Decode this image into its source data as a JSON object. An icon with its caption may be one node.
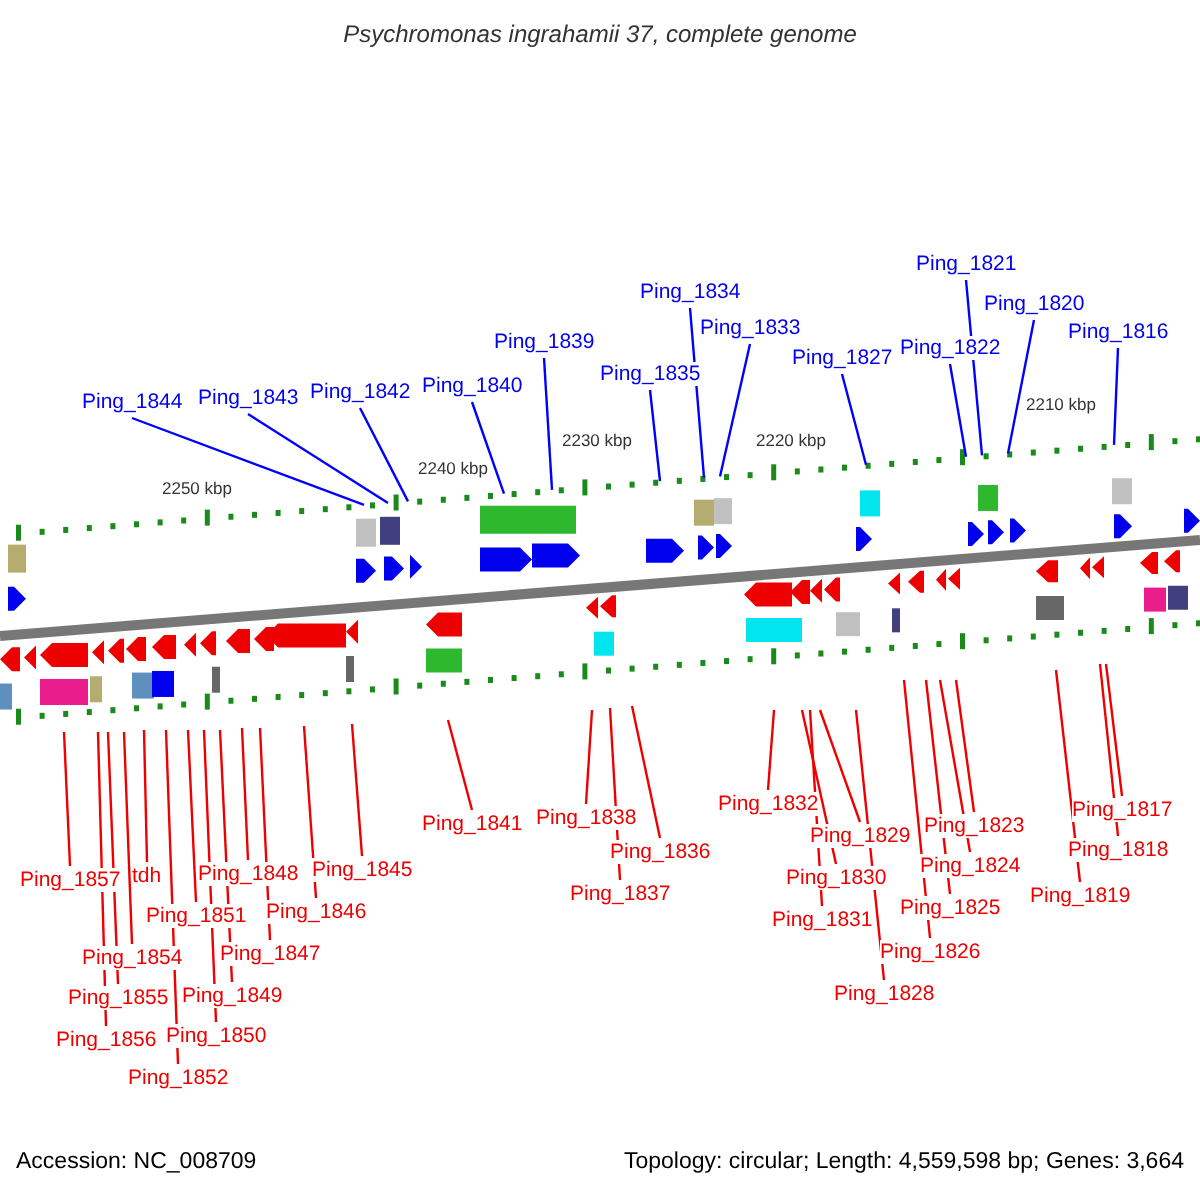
{
  "diagram": {
    "title": "Psychromonas ingrahamii 37, complete genome",
    "nodes": [
      {
        "text": [
          "Ping_1844"
        ]
      },
      {
        "text": [
          "Ping_1843"
        ]
      },
      {
        "text": [
          "Ping_1842"
        ]
      },
      {
        "text": [
          "Ping_1840"
        ]
      },
      {
        "text": [
          "Ping_1839"
        ]
      },
      {
        "text": [
          "Ping_1835"
        ]
      },
      {
        "text": [
          "Ping_1834"
        ]
      },
      {
        "text": [
          "Ping_1833"
        ]
      },
      {
        "text": [
          "Ping_1827"
        ]
      },
      {
        "text": [
          "Ping_1822"
        ]
      },
      {
        "text": [
          "Ping_1821"
        ]
      },
      {
        "text": [
          "Ping_1820"
        ]
      },
      {
        "text": [
          "Ping_1816"
        ]
      },
      {
        "text": [
          "Ping_1857"
        ]
      },
      {
        "text": [
          "tdh"
        ]
      },
      {
        "text": [
          "Ping_1854"
        ]
      },
      {
        "text": [
          "Ping_1855"
        ]
      },
      {
        "text": [
          "Ping_1856"
        ]
      },
      {
        "text": [
          "Ping_1851"
        ]
      },
      {
        "text": [
          "Ping_1852"
        ]
      },
      {
        "text": [
          "Ping_1850"
        ]
      },
      {
        "text": [
          "Ping_1849"
        ]
      },
      {
        "text": [
          "Ping_1848"
        ]
      },
      {
        "text": [
          "Ping_1847"
        ]
      },
      {
        "text": [
          "Ping_1846"
        ]
      },
      {
        "text": [
          "Ping_1845"
        ]
      },
      {
        "text": [
          "Ping_1841"
        ]
      },
      {
        "text": [
          "Ping_1838"
        ]
      },
      {
        "text": [
          "Ping_1836"
        ]
      },
      {
        "text": [
          "Ping_1837"
        ]
      },
      {
        "text": [
          "Ping_1832"
        ]
      },
      {
        "text": [
          "Ping_1829"
        ]
      },
      {
        "text": [
          "Ping_1830"
        ]
      },
      {
        "text": [
          "Ping_1831"
        ]
      },
      {
        "text": [
          "Ping_1828"
        ]
      },
      {
        "text": [
          "Ping_1826"
        ]
      },
      {
        "text": [
          "Ping_1825"
        ]
      },
      {
        "text": [
          "Ping_1824"
        ]
      },
      {
        "text": [
          "Ping_1823"
        ]
      },
      {
        "text": [
          "Ping_1819"
        ]
      },
      {
        "text": [
          "Ping_1818"
        ]
      },
      {
        "text": [
          "Ping_1817"
        ]
      }
    ],
    "edges": [
      {
        "from": 0,
        "to": null,
        "arrow": "none",
        "color": "#0000ff"
      },
      {
        "from": 1,
        "to": null,
        "arrow": "none",
        "color": "#0000ff"
      },
      {
        "from": 2,
        "to": null,
        "arrow": "none",
        "color": "#0000ff"
      },
      {
        "from": 3,
        "to": null,
        "arrow": "none",
        "color": "#0000ff"
      },
      {
        "from": 4,
        "to": null,
        "arrow": "none",
        "color": "#0000ff"
      },
      {
        "from": 5,
        "to": null,
        "arrow": "none",
        "color": "#0000ff"
      },
      {
        "from": 6,
        "to": null,
        "arrow": "none",
        "color": "#0000ff"
      },
      {
        "from": 7,
        "to": null,
        "arrow": "none",
        "color": "#0000ff"
      },
      {
        "from": 8,
        "to": null,
        "arrow": "none",
        "color": "#0000ff"
      },
      {
        "from": 9,
        "to": null,
        "arrow": "none",
        "color": "#0000ff"
      },
      {
        "from": 10,
        "to": null,
        "arrow": "none",
        "color": "#0000ff"
      },
      {
        "from": 11,
        "to": null,
        "arrow": "none",
        "color": "#0000ff"
      },
      {
        "from": 12,
        "to": null,
        "arrow": "none",
        "color": "#0000ff"
      },
      {
        "from": 13,
        "to": null,
        "arrow": "none"
      },
      {
        "from": 14,
        "to": null,
        "arrow": "none"
      },
      {
        "from": 15,
        "to": null,
        "arrow": "none"
      },
      {
        "from": 16,
        "to": null,
        "arrow": "none"
      },
      {
        "from": 17,
        "to": null,
        "arrow": "none"
      },
      {
        "from": 18,
        "to": null,
        "arrow": "none"
      },
      {
        "from": 19,
        "to": null,
        "arrow": "none"
      },
      {
        "from": 20,
        "to": null,
        "arrow": "none"
      },
      {
        "from": 21,
        "to": null,
        "arrow": "none"
      },
      {
        "from": 22,
        "to": null,
        "arrow": "none"
      },
      {
        "from": 23,
        "to": null,
        "arrow": "none"
      },
      {
        "from": 24,
        "to": null,
        "arrow": "none"
      },
      {
        "from": 25,
        "to": null,
        "arrow": "none"
      },
      {
        "from": 26,
        "to": null,
        "arrow": "none"
      },
      {
        "from": 27,
        "to": null,
        "arrow": "none"
      },
      {
        "from": 28,
        "to": null,
        "arrow": "none"
      },
      {
        "from": 29,
        "to": null,
        "arrow": "none"
      },
      {
        "from": 30,
        "to": null,
        "arrow": "none"
      },
      {
        "from": 31,
        "to": null,
        "arrow": "none"
      },
      {
        "from": 32,
        "to": null,
        "arrow": "none"
      },
      {
        "from": 33,
        "to": null,
        "arrow": "none"
      },
      {
        "from": 34,
        "to": null,
        "arrow": "none"
      },
      {
        "from": 35,
        "to": null,
        "arrow": "none"
      },
      {
        "from": 36,
        "to": null,
        "arrow": "none"
      },
      {
        "from": 37,
        "to": null,
        "arrow": "none"
      },
      {
        "from": 38,
        "to": null,
        "arrow": "none"
      },
      {
        "from": 39,
        "to": null,
        "arrow": "none"
      },
      {
        "from": 40,
        "to": null,
        "arrow": "none"
      },
      {
        "from": 41,
        "to": null,
        "arrow": "none"
      }
    ],
    "labels": [
      "2250 kbp",
      "2240 kbp",
      "2230 kbp",
      "2220 kbp",
      "2210 kbp",
      "Accession: NC_008709",
      "Topology: circular; Length: 4,559,598 bp; Genes: 3,664"
    ]
  }
}
